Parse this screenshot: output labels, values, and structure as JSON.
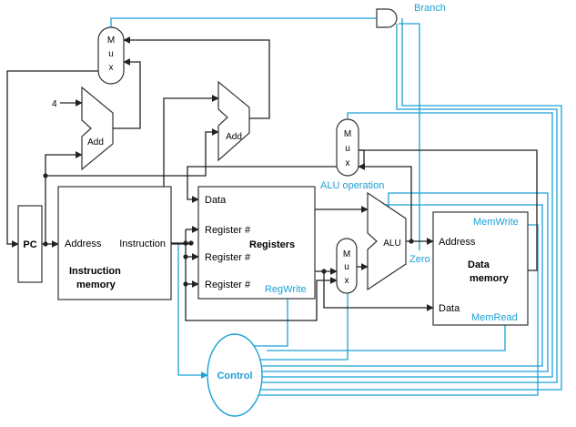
{
  "labels": {
    "branch": "Branch",
    "mux": [
      "M",
      "u",
      "x"
    ],
    "four": "4",
    "add": "Add",
    "pc": "PC",
    "address": "Address",
    "instruction": "Instruction",
    "instruction_memory": [
      "Instruction",
      "memory"
    ],
    "data": "Data",
    "register_num": "Register #",
    "registers": "Registers",
    "regwrite": "RegWrite",
    "alu_operation": "ALU operation",
    "alu": "ALU",
    "zero": "Zero",
    "memwrite": "MemWrite",
    "data_memory": [
      "Data",
      "memory"
    ],
    "memread": "MemRead",
    "control": "Control"
  },
  "colors": {
    "control_lines": "#1ba1d6",
    "datapath_lines": "#222222",
    "box_border": "#333333",
    "mux_fill": "#ffffff"
  }
}
